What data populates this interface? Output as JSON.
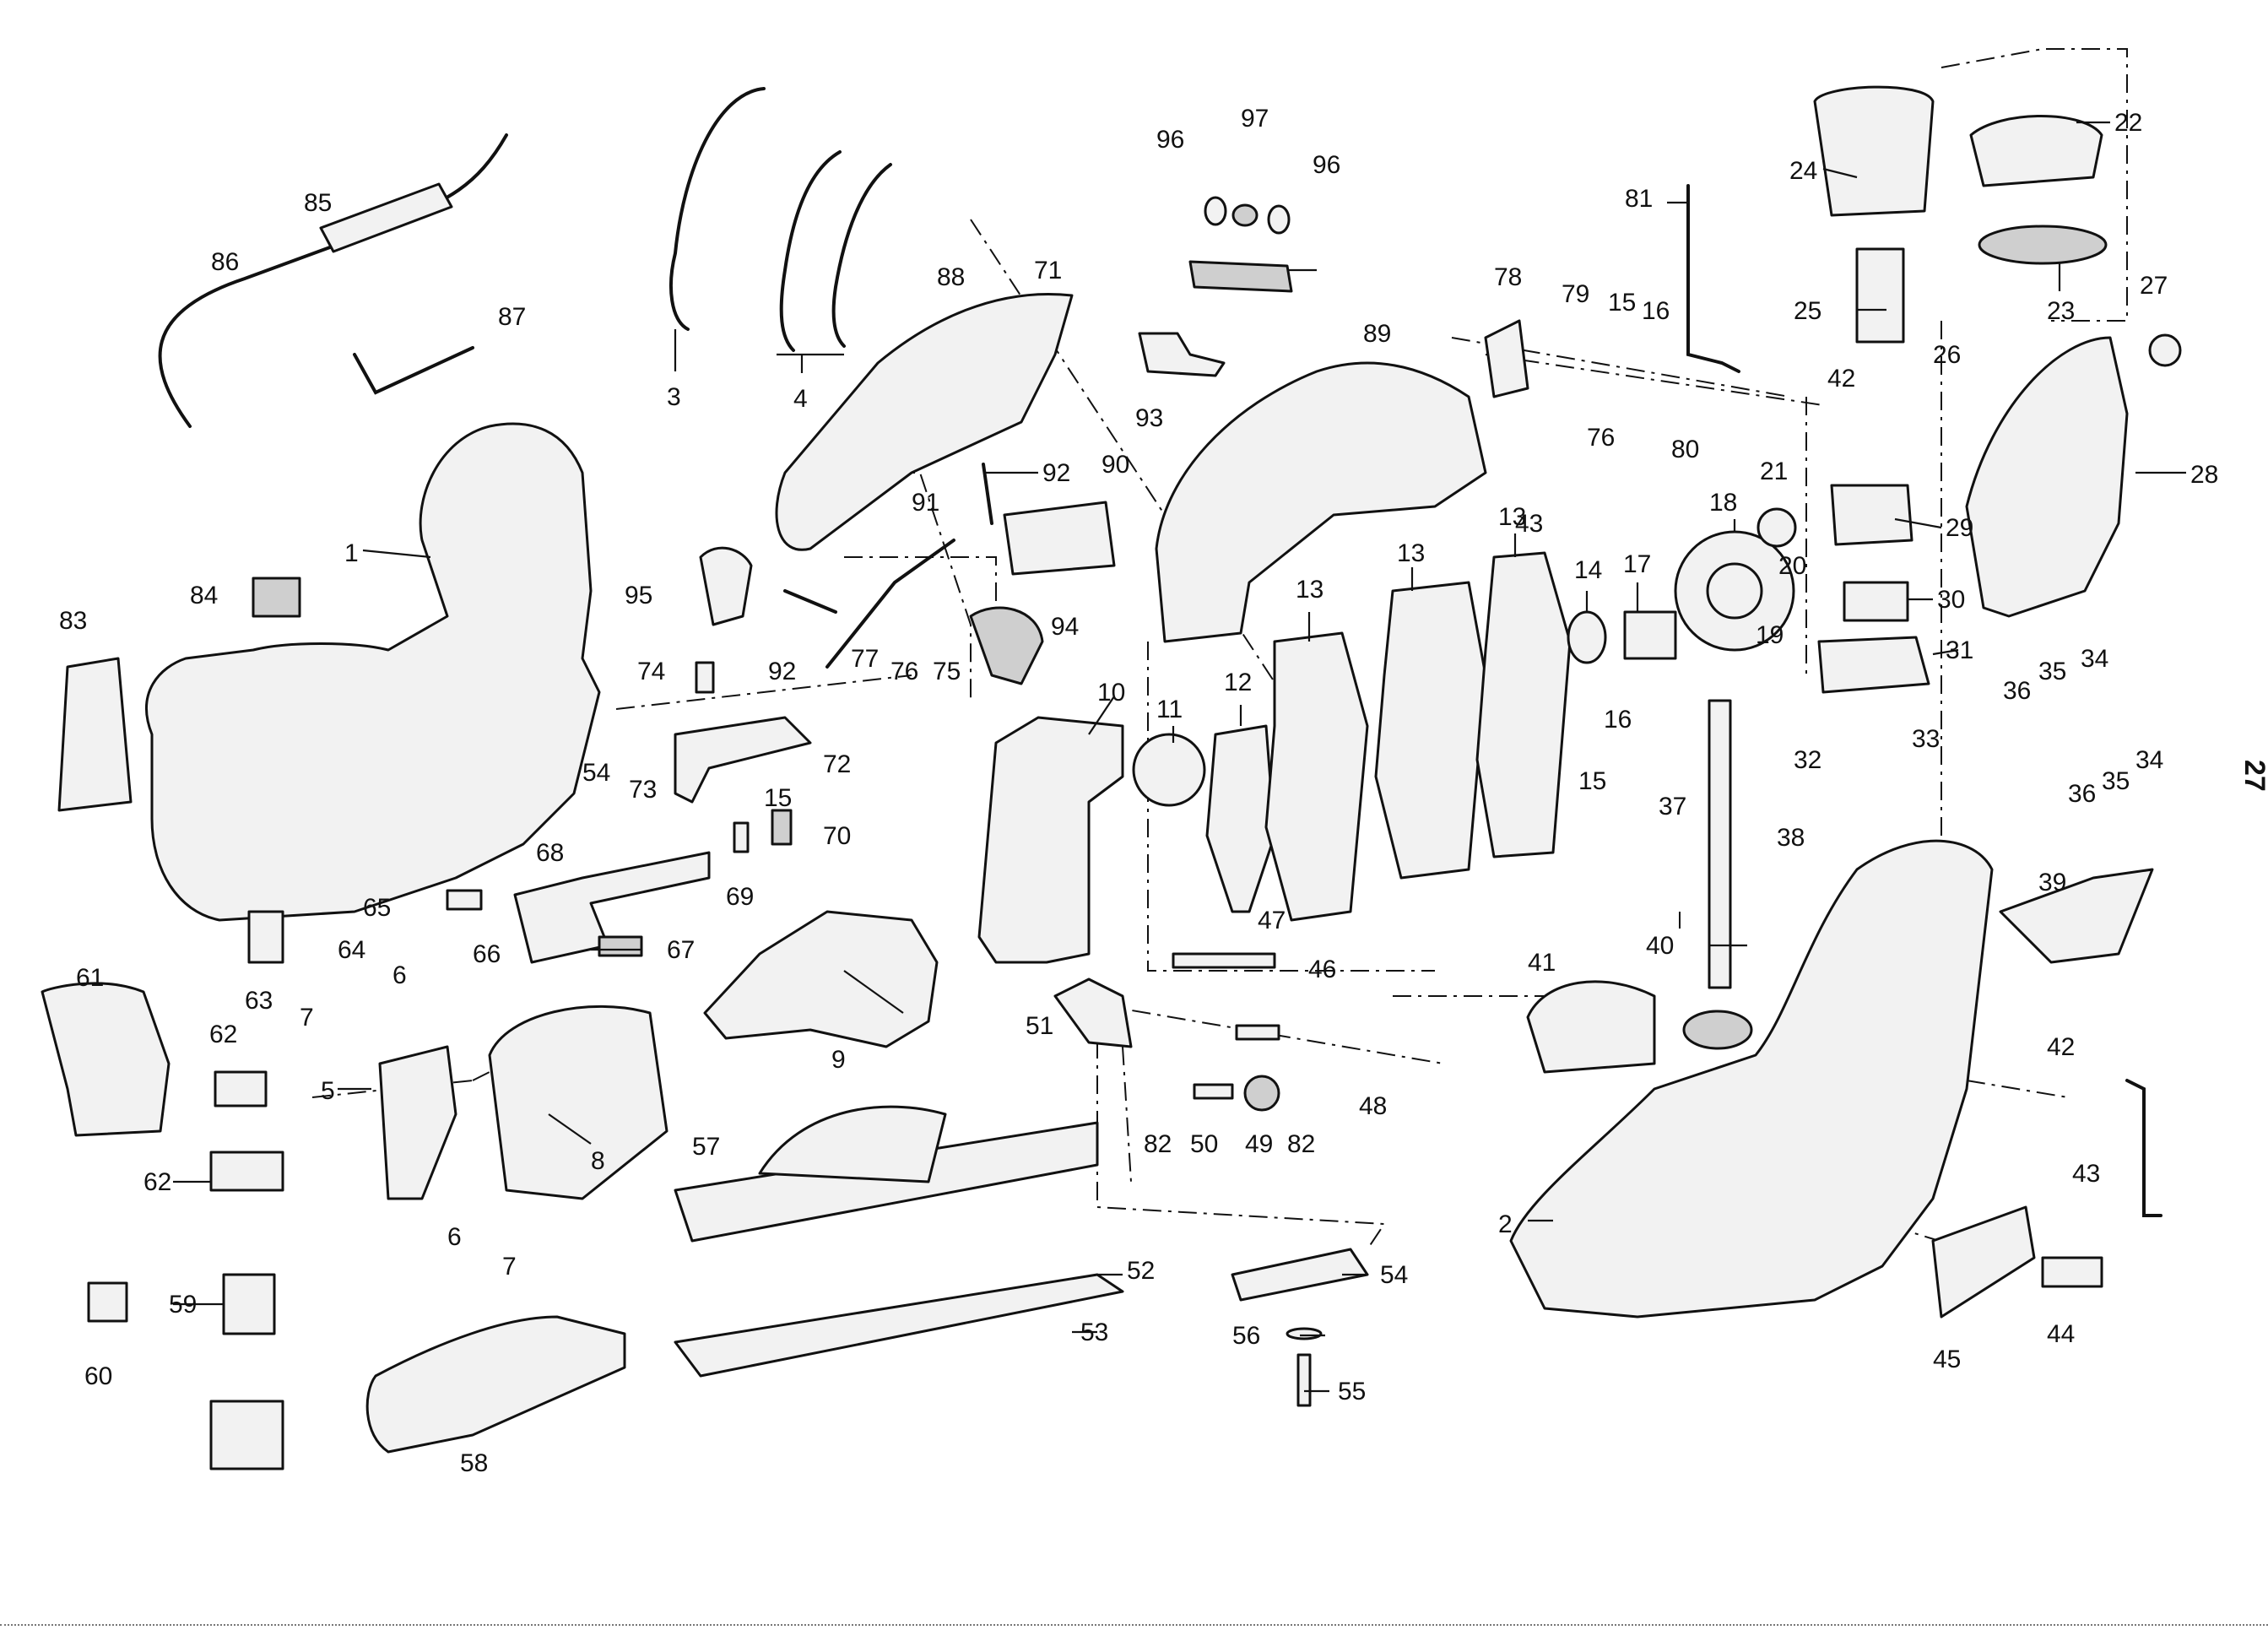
{
  "diagram": {
    "type": "exploded-parts-diagram",
    "page_number": "27",
    "line_color": "#111111",
    "part_fill": "#f2f2f2",
    "callouts": [
      {
        "id": "1",
        "label": "1"
      },
      {
        "id": "2",
        "label": "2"
      },
      {
        "id": "3",
        "label": "3"
      },
      {
        "id": "4",
        "label": "4"
      },
      {
        "id": "5",
        "label": "5"
      },
      {
        "id": "6a",
        "label": "6"
      },
      {
        "id": "6b",
        "label": "6"
      },
      {
        "id": "7a",
        "label": "7"
      },
      {
        "id": "7b",
        "label": "7"
      },
      {
        "id": "8",
        "label": "8"
      },
      {
        "id": "9",
        "label": "9"
      },
      {
        "id": "10",
        "label": "10"
      },
      {
        "id": "11",
        "label": "11"
      },
      {
        "id": "12",
        "label": "12"
      },
      {
        "id": "13a",
        "label": "13"
      },
      {
        "id": "13b",
        "label": "13"
      },
      {
        "id": "13c",
        "label": "13"
      },
      {
        "id": "14",
        "label": "14"
      },
      {
        "id": "15a",
        "label": "15"
      },
      {
        "id": "15b",
        "label": "15"
      },
      {
        "id": "15c",
        "label": "15"
      },
      {
        "id": "16a",
        "label": "16"
      },
      {
        "id": "16b",
        "label": "16"
      },
      {
        "id": "17",
        "label": "17"
      },
      {
        "id": "18",
        "label": "18"
      },
      {
        "id": "19",
        "label": "19"
      },
      {
        "id": "20",
        "label": "20"
      },
      {
        "id": "21",
        "label": "21"
      },
      {
        "id": "22",
        "label": "22"
      },
      {
        "id": "23",
        "label": "23"
      },
      {
        "id": "24",
        "label": "24"
      },
      {
        "id": "25",
        "label": "25"
      },
      {
        "id": "26",
        "label": "26"
      },
      {
        "id": "27",
        "label": "27"
      },
      {
        "id": "28",
        "label": "28"
      },
      {
        "id": "29",
        "label": "29"
      },
      {
        "id": "30",
        "label": "30"
      },
      {
        "id": "31",
        "label": "31"
      },
      {
        "id": "32",
        "label": "32"
      },
      {
        "id": "33",
        "label": "33"
      },
      {
        "id": "34a",
        "label": "34"
      },
      {
        "id": "34b",
        "label": "34"
      },
      {
        "id": "35a",
        "label": "35"
      },
      {
        "id": "35b",
        "label": "35"
      },
      {
        "id": "36a",
        "label": "36"
      },
      {
        "id": "36b",
        "label": "36"
      },
      {
        "id": "37",
        "label": "37"
      },
      {
        "id": "38",
        "label": "38"
      },
      {
        "id": "39",
        "label": "39"
      },
      {
        "id": "40",
        "label": "40"
      },
      {
        "id": "41",
        "label": "41"
      },
      {
        "id": "42a",
        "label": "42"
      },
      {
        "id": "42b",
        "label": "42"
      },
      {
        "id": "43a",
        "label": "43"
      },
      {
        "id": "43b",
        "label": "43"
      },
      {
        "id": "44",
        "label": "44"
      },
      {
        "id": "45",
        "label": "45"
      },
      {
        "id": "46",
        "label": "46"
      },
      {
        "id": "47",
        "label": "47"
      },
      {
        "id": "48",
        "label": "48"
      },
      {
        "id": "49",
        "label": "49"
      },
      {
        "id": "50",
        "label": "50"
      },
      {
        "id": "51",
        "label": "51"
      },
      {
        "id": "52",
        "label": "52"
      },
      {
        "id": "53",
        "label": "53"
      },
      {
        "id": "54a",
        "label": "54"
      },
      {
        "id": "54b",
        "label": "54"
      },
      {
        "id": "55",
        "label": "55"
      },
      {
        "id": "56",
        "label": "56"
      },
      {
        "id": "57",
        "label": "57"
      },
      {
        "id": "58",
        "label": "58"
      },
      {
        "id": "59",
        "label": "59"
      },
      {
        "id": "60",
        "label": "60"
      },
      {
        "id": "61",
        "label": "61"
      },
      {
        "id": "62a",
        "label": "62"
      },
      {
        "id": "62b",
        "label": "62"
      },
      {
        "id": "63",
        "label": "63"
      },
      {
        "id": "64",
        "label": "64"
      },
      {
        "id": "65",
        "label": "65"
      },
      {
        "id": "66",
        "label": "66"
      },
      {
        "id": "67",
        "label": "67"
      },
      {
        "id": "68",
        "label": "68"
      },
      {
        "id": "69",
        "label": "69"
      },
      {
        "id": "70",
        "label": "70"
      },
      {
        "id": "71",
        "label": "71"
      },
      {
        "id": "72",
        "label": "72"
      },
      {
        "id": "73",
        "label": "73"
      },
      {
        "id": "74",
        "label": "74"
      },
      {
        "id": "75",
        "label": "75"
      },
      {
        "id": "76a",
        "label": "76"
      },
      {
        "id": "76b",
        "label": "76"
      },
      {
        "id": "77",
        "label": "77"
      },
      {
        "id": "78",
        "label": "78"
      },
      {
        "id": "79",
        "label": "79"
      },
      {
        "id": "80",
        "label": "80"
      },
      {
        "id": "81",
        "label": "81"
      },
      {
        "id": "82a",
        "label": "82"
      },
      {
        "id": "82b",
        "label": "82"
      },
      {
        "id": "83",
        "label": "83"
      },
      {
        "id": "84",
        "label": "84"
      },
      {
        "id": "85",
        "label": "85"
      },
      {
        "id": "86",
        "label": "86"
      },
      {
        "id": "87",
        "label": "87"
      },
      {
        "id": "88",
        "label": "88"
      },
      {
        "id": "89",
        "label": "89"
      },
      {
        "id": "90",
        "label": "90"
      },
      {
        "id": "91",
        "label": "91"
      },
      {
        "id": "92a",
        "label": "92"
      },
      {
        "id": "92b",
        "label": "92"
      },
      {
        "id": "93",
        "label": "93"
      },
      {
        "id": "94",
        "label": "94"
      },
      {
        "id": "95",
        "label": "95"
      },
      {
        "id": "96a",
        "label": "96"
      },
      {
        "id": "96b",
        "label": "96"
      },
      {
        "id": "97",
        "label": "97"
      }
    ]
  }
}
